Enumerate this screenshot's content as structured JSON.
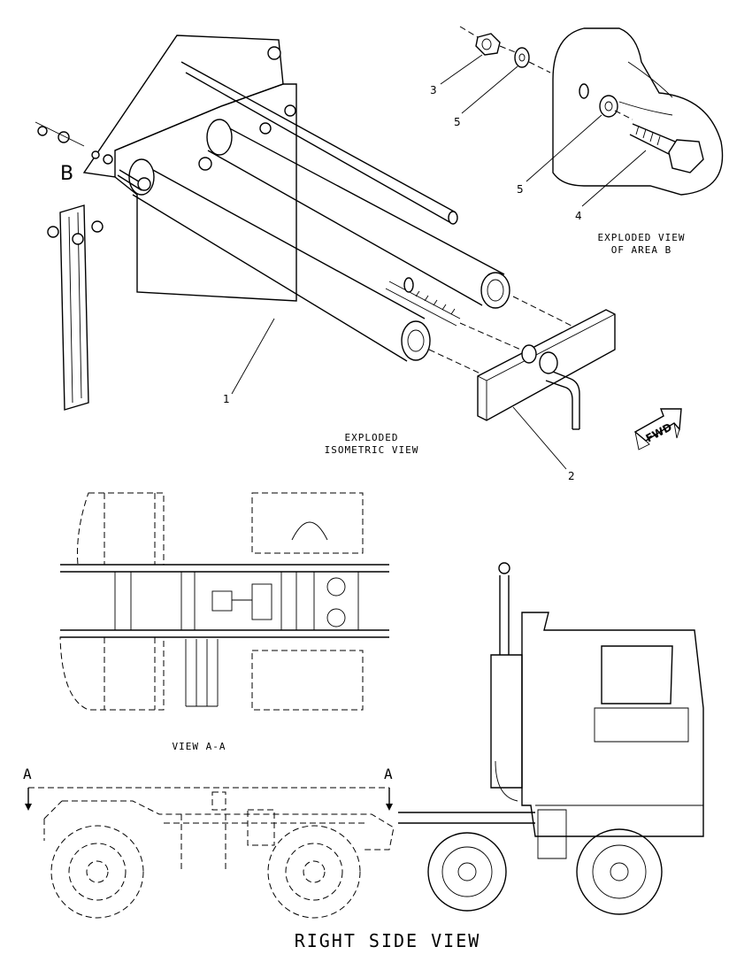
{
  "views": {
    "isometric_title_line1": "EXPLODED",
    "isometric_title_line2": "ISOMETRIC VIEW",
    "area_b_title_line1": "EXPLODED VIEW",
    "area_b_title_line2": "OF AREA B",
    "view_aa_title": "VIEW A-A",
    "right_side_title": "RIGHT SIDE VIEW"
  },
  "callouts": {
    "c1": "1",
    "c2": "2",
    "c3": "3",
    "c4": "4",
    "c5a": "5",
    "c5b": "5",
    "area_b": "B",
    "section_a_left": "A",
    "section_a_right": "A"
  },
  "direction_arrow": {
    "label": "FWD"
  }
}
